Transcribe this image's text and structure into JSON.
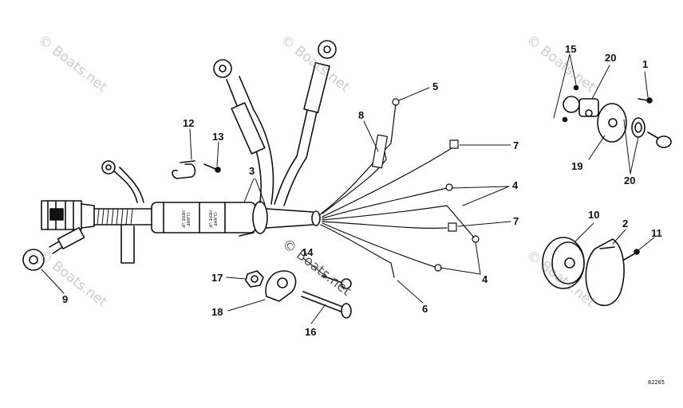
{
  "callouts": [
    {
      "id": "1",
      "text": "1"
    },
    {
      "id": "2",
      "text": "2"
    },
    {
      "id": "3",
      "text": "3"
    },
    {
      "id": "4a",
      "text": "4"
    },
    {
      "id": "4b",
      "text": "4"
    },
    {
      "id": "5",
      "text": "5"
    },
    {
      "id": "6",
      "text": "6"
    },
    {
      "id": "7a",
      "text": "7"
    },
    {
      "id": "7b",
      "text": "7"
    },
    {
      "id": "8",
      "text": "8"
    },
    {
      "id": "9",
      "text": "9"
    },
    {
      "id": "10",
      "text": "10"
    },
    {
      "id": "11",
      "text": "11"
    },
    {
      "id": "12",
      "text": "12"
    },
    {
      "id": "13",
      "text": "13"
    },
    {
      "id": "14",
      "text": "14"
    },
    {
      "id": "15",
      "text": "15"
    },
    {
      "id": "16",
      "text": "16"
    },
    {
      "id": "17",
      "text": "17"
    },
    {
      "id": "18",
      "text": "18"
    },
    {
      "id": "19",
      "text": "19"
    },
    {
      "id": "20a",
      "text": "20"
    },
    {
      "id": "20b",
      "text": "20"
    }
  ],
  "sleeve_labels": {
    "left": "CLAMP HERE UP",
    "right": "CLAMP HERE UP"
  },
  "watermark_text": "© Boats.net",
  "drawing_code": "82205",
  "colors": {
    "ink": "#111111",
    "watermark": "#8a8a8a"
  }
}
